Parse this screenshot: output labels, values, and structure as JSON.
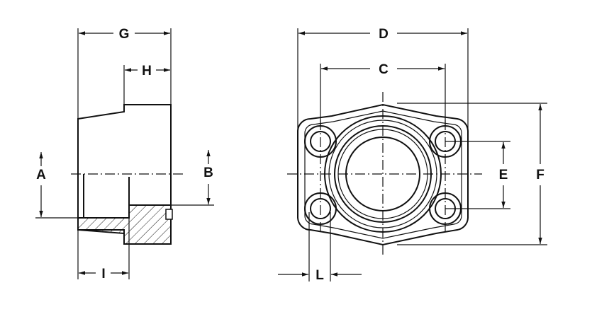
{
  "labels": {
    "a": "A",
    "b": "B",
    "c": "C",
    "d": "D",
    "e": "E",
    "f": "F",
    "g": "G",
    "h": "H",
    "i": "I",
    "l": "L"
  }
}
